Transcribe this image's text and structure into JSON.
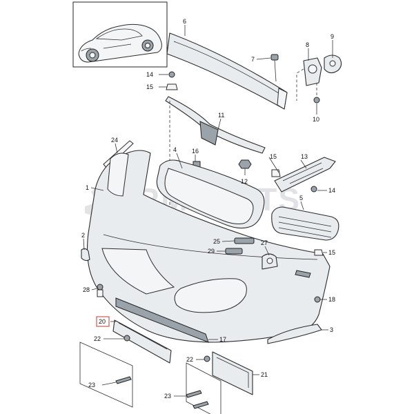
{
  "watermark": {
    "text": "RMPARTS"
  },
  "callouts": [
    {
      "id": "c1",
      "label": "1"
    },
    {
      "id": "c2",
      "label": "2"
    },
    {
      "id": "c3",
      "label": "3"
    },
    {
      "id": "c4",
      "label": "4"
    },
    {
      "id": "c5",
      "label": "5"
    },
    {
      "id": "c6",
      "label": "6"
    },
    {
      "id": "c7",
      "label": "7"
    },
    {
      "id": "c8",
      "label": "8"
    },
    {
      "id": "c9",
      "label": "9"
    },
    {
      "id": "c10",
      "label": "10"
    },
    {
      "id": "c11",
      "label": "11"
    },
    {
      "id": "c12",
      "label": "12"
    },
    {
      "id": "c13",
      "label": "13"
    },
    {
      "id": "c14a",
      "label": "14"
    },
    {
      "id": "c14b",
      "label": "14"
    },
    {
      "id": "c15a",
      "label": "15"
    },
    {
      "id": "c15b",
      "label": "15"
    },
    {
      "id": "c15c",
      "label": "15"
    },
    {
      "id": "c16",
      "label": "16"
    },
    {
      "id": "c17",
      "label": "17"
    },
    {
      "id": "c18",
      "label": "18"
    },
    {
      "id": "c20",
      "label": "20"
    },
    {
      "id": "c21",
      "label": "21"
    },
    {
      "id": "c22a",
      "label": "22"
    },
    {
      "id": "c22b",
      "label": "22"
    },
    {
      "id": "c23a",
      "label": "23"
    },
    {
      "id": "c23b",
      "label": "23"
    },
    {
      "id": "c24",
      "label": "24"
    },
    {
      "id": "c25",
      "label": "25"
    },
    {
      "id": "c27",
      "label": "27"
    },
    {
      "id": "c28",
      "label": "28"
    },
    {
      "id": "c29",
      "label": "29"
    }
  ]
}
